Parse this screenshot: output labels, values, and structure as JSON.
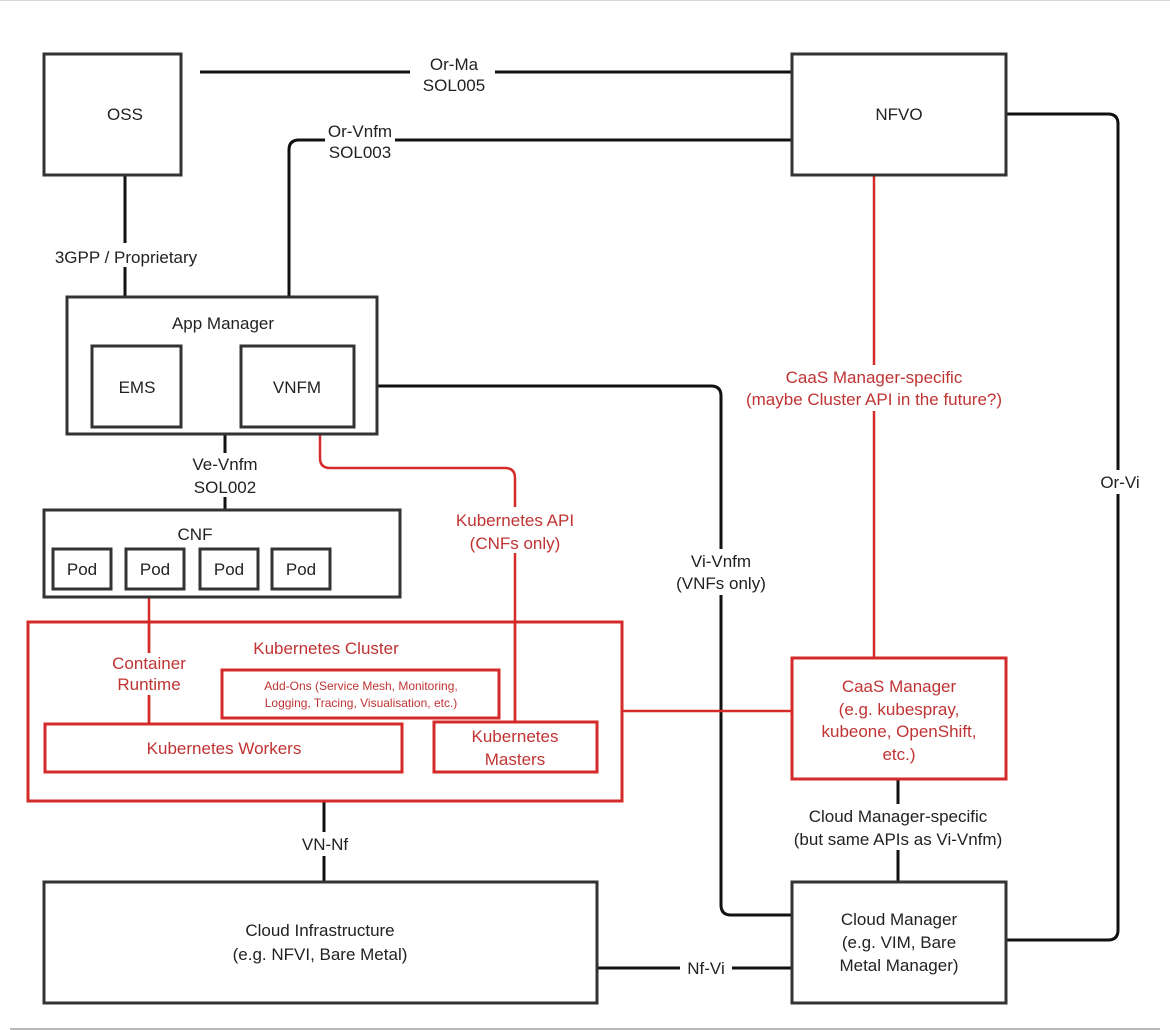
{
  "diagram": {
    "colors": {
      "black": "#111111",
      "red": "#d42a2a",
      "red_text": "#c03333"
    },
    "nodes": {
      "oss": {
        "label": "OSS"
      },
      "nfvo": {
        "label": "NFVO"
      },
      "app_manager": {
        "label": "App Manager"
      },
      "ems": {
        "label": "EMS"
      },
      "vnfm": {
        "label": "VNFM"
      },
      "cnf": {
        "label": "CNF",
        "pods": [
          "Pod",
          "Pod",
          "Pod",
          "Pod"
        ]
      },
      "k8s_cluster": {
        "label": "Kubernetes Cluster"
      },
      "addons": {
        "lines": [
          "Add-Ons (Service Mesh, Monitoring,",
          "Logging, Tracing, Visualisation, etc.)"
        ]
      },
      "k8s_workers": {
        "label": "Kubernetes Workers"
      },
      "k8s_masters": {
        "lines": [
          "Kubernetes",
          "Masters"
        ]
      },
      "caas_manager": {
        "lines": [
          "CaaS Manager",
          "(e.g. kubespray,",
          "kubeone, OpenShift,",
          "etc.)"
        ]
      },
      "cloud_infra": {
        "lines": [
          "Cloud Infrastructure",
          "(e.g. NFVI, Bare Metal)"
        ]
      },
      "cloud_manager": {
        "lines": [
          "Cloud Manager",
          "(e.g. VIM, Bare",
          "Metal Manager)"
        ]
      }
    },
    "edges": {
      "or_ma": {
        "lines": [
          "Or-Ma",
          "SOL005"
        ]
      },
      "or_vnfm": {
        "lines": [
          "Or-Vnfm",
          "SOL003"
        ]
      },
      "gpp": {
        "label": "3GPP / Proprietary"
      },
      "ve_vnfm": {
        "lines": [
          "Ve-Vnfm",
          "SOL002"
        ]
      },
      "k8s_api": {
        "lines": [
          "Kubernetes API",
          "(CNFs only)"
        ]
      },
      "vi_vnfm": {
        "lines": [
          "Vi-Vnfm",
          "(VNFs only)"
        ]
      },
      "caas_specific": {
        "lines": [
          "CaaS Manager-specific",
          "(maybe Cluster API in the future?)"
        ]
      },
      "or_vi": {
        "label": "Or-Vi"
      },
      "container_runtime": {
        "lines": [
          "Container",
          "Runtime"
        ]
      },
      "cloud_specific": {
        "lines": [
          "Cloud Manager-specific",
          "(but same APIs as Vi-Vnfm)"
        ]
      },
      "vn_nf": {
        "label": "VN-Nf"
      },
      "nf_vi": {
        "label": "Nf-Vi"
      }
    }
  }
}
